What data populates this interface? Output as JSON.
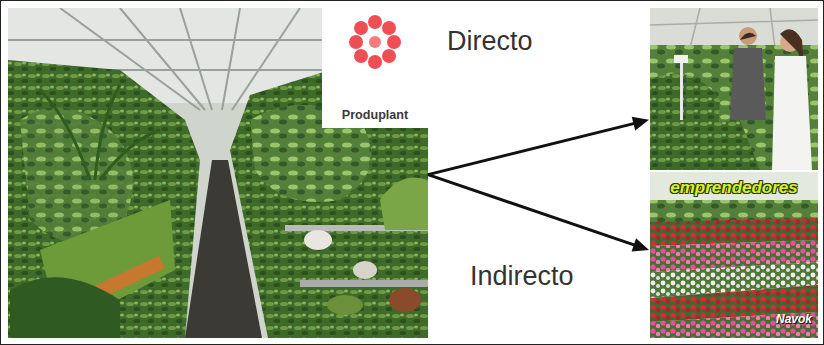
{
  "diagram": {
    "nodes": [
      {
        "text": [
          "Produplant"
        ]
      },
      {
        "text": []
      },
      {
        "text": [
          "emprendedores",
          "Navok"
        ]
      }
    ],
    "edges": [
      {
        "from": 0,
        "to": 1,
        "arrow": "to",
        "label": "Directo"
      },
      {
        "from": 0,
        "to": 2,
        "arrow": "to",
        "label": "Indirecto"
      }
    ]
  }
}
